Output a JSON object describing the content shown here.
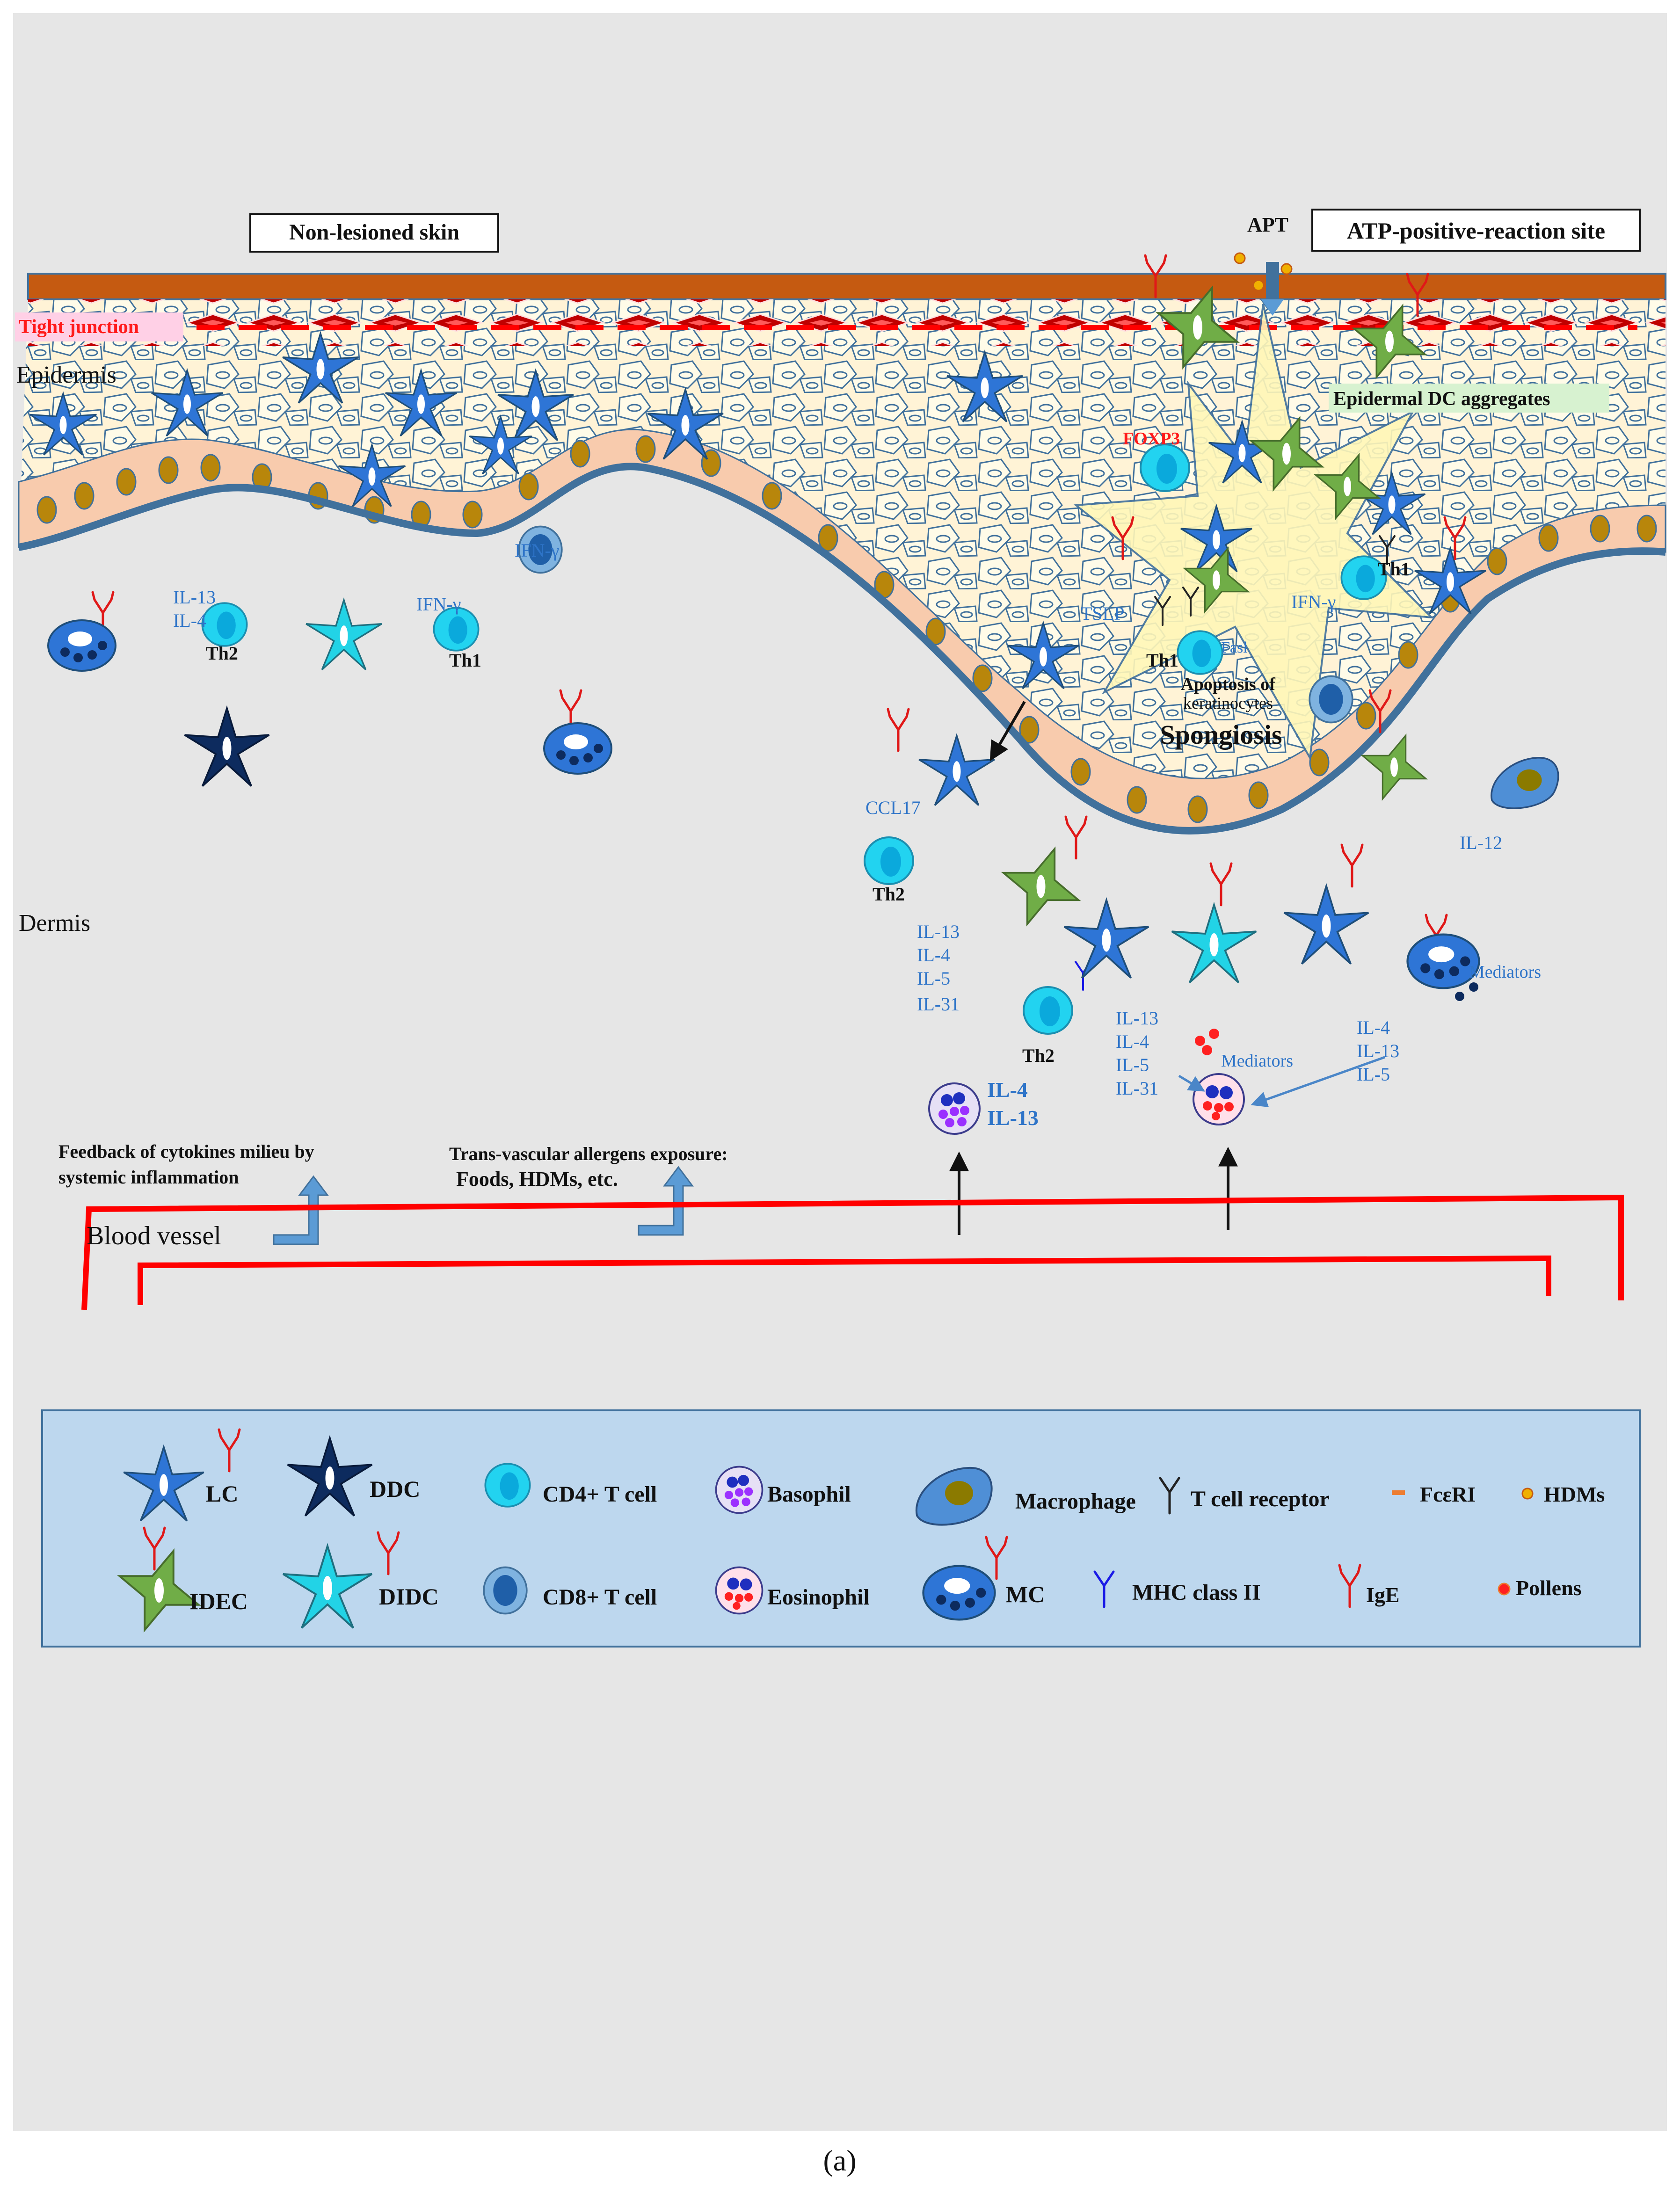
{
  "headers": {
    "non_lesioned": "Non-lesioned skin",
    "apt": "APT",
    "apt_site": "ATP-positive-reaction site",
    "tight_junction": "Tight junction",
    "epidermis": "Epidermis",
    "dermis": "Dermis",
    "epidermal_dc": "Epidermal DC aggregates",
    "blood_vessel": "Blood  vessel",
    "caption": "(a)"
  },
  "labels": {
    "il13": "IL-13",
    "il4": "IL-4",
    "il5": "IL-5",
    "il31": "IL-31",
    "il12": "IL-12",
    "ifn": "IFN-γ",
    "th1": "Th1",
    "th2": "Th2",
    "foxp3": "FOXP3",
    "tslp": "TSLP",
    "fasl": "Fasl",
    "ccl17": "CCL17",
    "apoptosis_1": "Apoptosis of",
    "apoptosis_2": "keratinocytes",
    "spongiosis": "Spongiosis",
    "mediators": "Mediators",
    "feedback_1": "Feedback of cytokines milieu by",
    "feedback_2": "systemic inflammation",
    "transvascular_1": "Trans-vascular allergens exposure:",
    "transvascular_2": "Foods, HDMs, etc."
  },
  "legend": {
    "row1": [
      "LC",
      "DDC",
      "CD4+ T cell",
      "Basophil",
      "Macrophage",
      "T cell  receptor",
      "FcεRI",
      "HDMs"
    ],
    "row2": [
      "IDEC",
      "DIDC",
      "CD8+ T cell",
      "Eosinophil",
      "MC",
      "MHC class II",
      "IgE",
      "Pollens"
    ]
  },
  "colors": {
    "background": "#e6e6e6",
    "stratum": "#c55a11",
    "tight_junction": "#ff0000",
    "basal_cell": "#f8cbad",
    "nucleus": "#b8860b",
    "keratinocyte": "#fff8dc",
    "membrane": "#41719c",
    "lc": "#2e75d6",
    "idec": "#70ad47",
    "didc": "#22d3e6",
    "ddc": "#0d2b5e",
    "cd4": "#22d3f0",
    "cd8": "#2e75b6",
    "vessel": "#ff0000",
    "legend_bg": "#bdd7ee",
    "cytokine_text": "#2e74c8"
  }
}
